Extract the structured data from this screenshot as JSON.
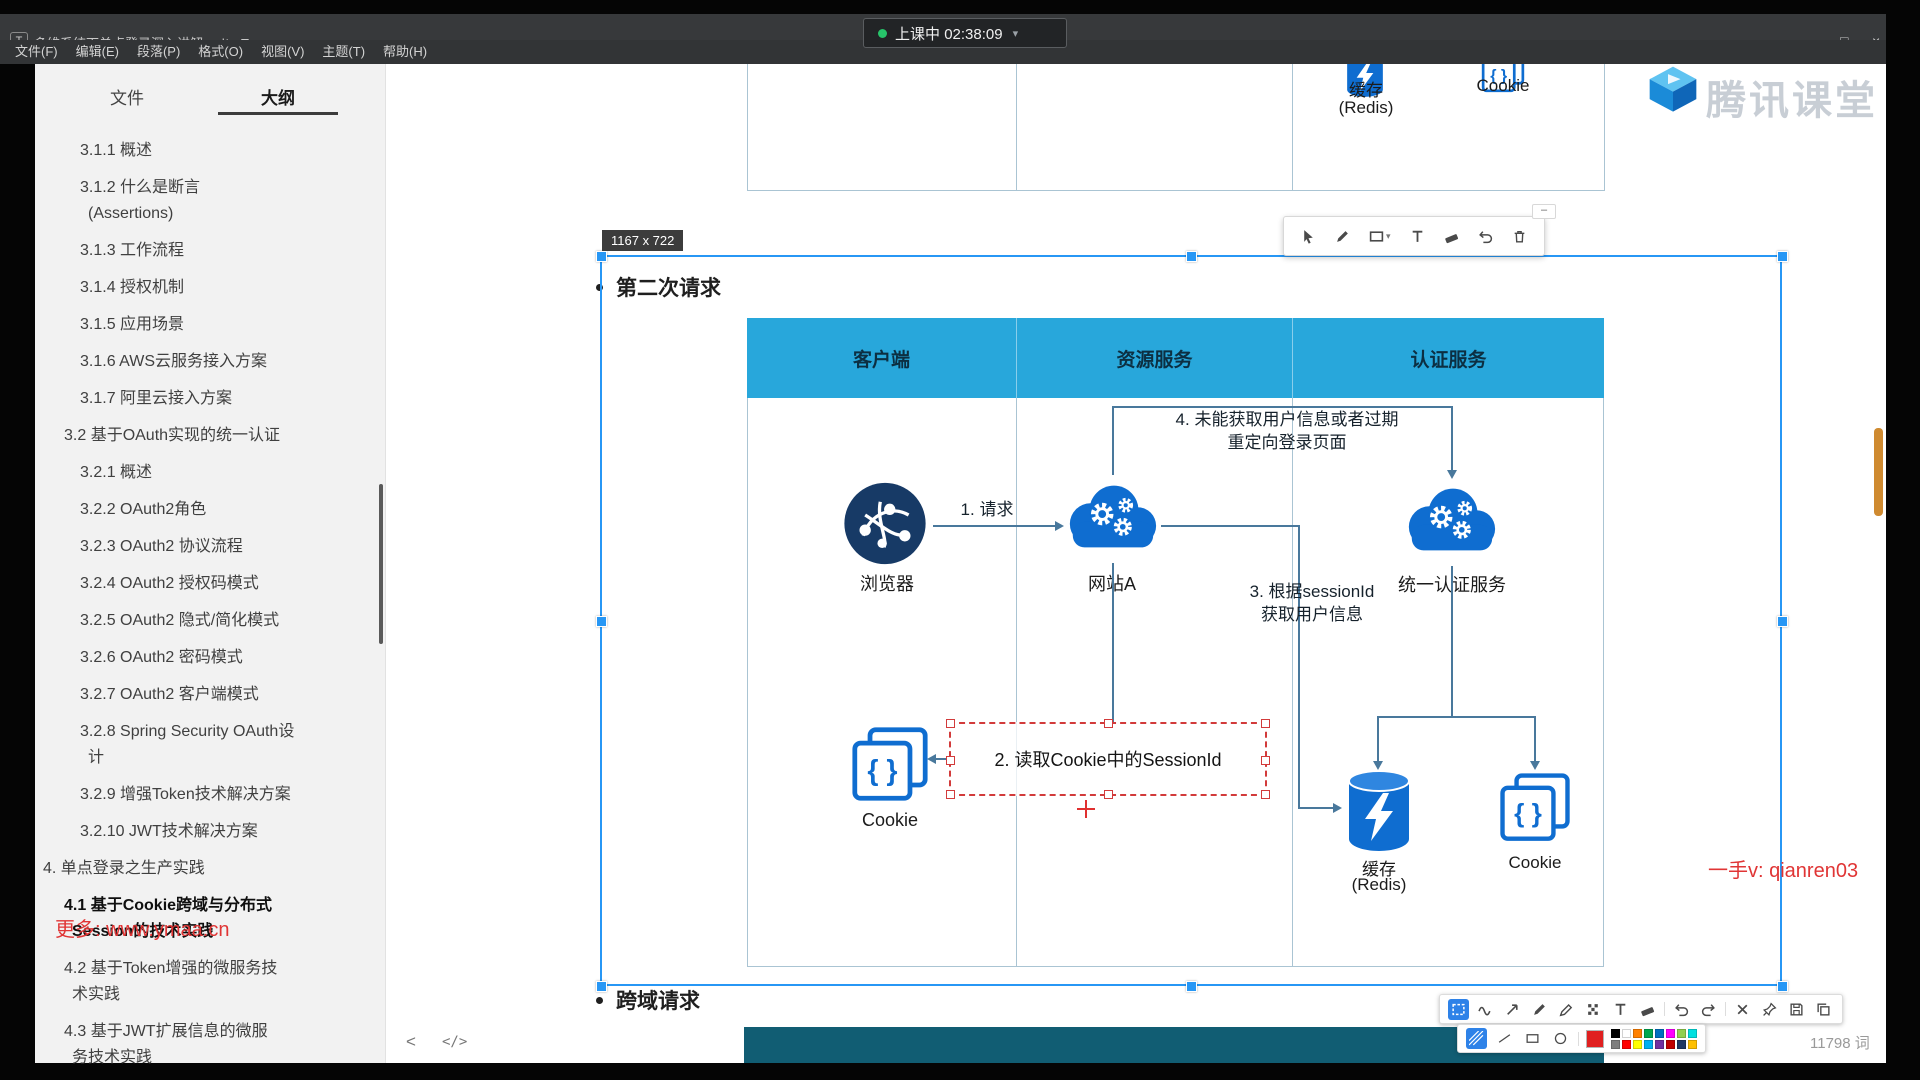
{
  "window": {
    "title": "多维系统下单点登录深入讲解.md* - Typora",
    "app_icon": "T",
    "controls": {
      "minimize": "—",
      "maximize": "□",
      "close": "×"
    },
    "menus": [
      "文件(F)",
      "编辑(E)",
      "段落(P)",
      "格式(O)",
      "视图(V)",
      "主题(T)",
      "帮助(H)"
    ],
    "word_count": "11798 词"
  },
  "class_bar": {
    "status": "上课中",
    "time": "02:38:09",
    "chevron": "▾"
  },
  "logo": {
    "text": "腾讯课堂"
  },
  "sidebar": {
    "tabs": [
      {
        "label": "文件",
        "active": false
      },
      {
        "label": "大纲",
        "active": true
      }
    ],
    "outline": [
      {
        "lines": [
          "3.1.1 概述"
        ],
        "lv": 3
      },
      {
        "lines": [
          "3.1.2 什么是断言",
          "(Assertions)"
        ],
        "lv": 3
      },
      {
        "lines": [
          "3.1.3 工作流程"
        ],
        "lv": 3
      },
      {
        "lines": [
          "3.1.4 授权机制"
        ],
        "lv": 3
      },
      {
        "lines": [
          "3.1.5 应用场景"
        ],
        "lv": 3
      },
      {
        "lines": [
          "3.1.6 AWS云服务接入方案"
        ],
        "lv": 3
      },
      {
        "lines": [
          "3.1.7 阿里云接入方案"
        ],
        "lv": 3
      },
      {
        "lines": [
          "3.2 基于OAuth实现的统一认证"
        ],
        "lv": 2
      },
      {
        "lines": [
          "3.2.1 概述"
        ],
        "lv": 3
      },
      {
        "lines": [
          "3.2.2 OAuth2角色"
        ],
        "lv": 3
      },
      {
        "lines": [
          "3.2.3 OAuth2 协议流程"
        ],
        "lv": 3
      },
      {
        "lines": [
          "3.2.4 OAuth2 授权码模式"
        ],
        "lv": 3
      },
      {
        "lines": [
          "3.2.5 OAuth2 隐式/简化模式"
        ],
        "lv": 3
      },
      {
        "lines": [
          "3.2.6 OAuth2 密码模式"
        ],
        "lv": 3
      },
      {
        "lines": [
          "3.2.7 OAuth2 客户端模式"
        ],
        "lv": 3
      },
      {
        "lines": [
          "3.2.8 Spring Security OAuth设",
          "计"
        ],
        "lv": 3
      },
      {
        "lines": [
          "3.2.9 增强Token技术解决方案"
        ],
        "lv": 3
      },
      {
        "lines": [
          "3.2.10 JWT技术解决方案"
        ],
        "lv": 3
      },
      {
        "lines": [
          "4. 单点登录之生产实践"
        ],
        "lv": 1
      },
      {
        "lines": [
          "4.1 基于Cookie跨域与分布式",
          "Session的技术实践"
        ],
        "lv": 2,
        "bold": true
      },
      {
        "lines": [
          "4.2 基于Token增强的微服务技",
          "术实践"
        ],
        "lv": 2
      },
      {
        "lines": [
          "4.3 基于JWT扩展信息的微服",
          "务技术实践"
        ],
        "lv": 2
      }
    ]
  },
  "watermarks": {
    "sidebar": "更多: www.ymaa.cn",
    "content": "一手v: qianren03"
  },
  "capture": {
    "size_label": "1167 x 722",
    "minimize": "–"
  },
  "doc": {
    "heading1": "第二次请求",
    "heading2": "跨域请求",
    "partial_top": {
      "cache": "缓存",
      "cache_sub": "(Redis)",
      "cookie": "Cookie"
    }
  },
  "diagram": {
    "columns": [
      "客户端",
      "资源服务",
      "认证服务"
    ],
    "nodes": {
      "browser": "浏览器",
      "siteA": "网站A",
      "sso": "统一认证服务",
      "cookie_client": "Cookie",
      "cache": "缓存",
      "cache_sub": "(Redis)",
      "cookie_auth": "Cookie"
    },
    "steps": {
      "s1": "1. 请求",
      "s2": "2. 读取Cookie中的SessionId",
      "s3a": "3. 根据sessionId",
      "s3b": "获取用户信息",
      "s4a": "4. 未能获取用户信息或者过期",
      "s4b": "重定向登录页面"
    }
  },
  "annot_toolbar": {
    "tools": [
      {
        "name": "cursor"
      },
      {
        "name": "pen"
      },
      {
        "name": "rect",
        "chevron": true
      },
      {
        "name": "text"
      },
      {
        "name": "eraser"
      },
      {
        "name": "undo"
      },
      {
        "name": "trash"
      }
    ]
  },
  "shot_toolbar": {
    "tools": [
      {
        "name": "select-region",
        "active": true
      },
      {
        "name": "wave"
      },
      {
        "name": "arrow"
      },
      {
        "name": "pen"
      },
      {
        "name": "marker"
      },
      {
        "name": "mosaic"
      },
      {
        "name": "text"
      },
      {
        "name": "eraser"
      },
      {
        "name": "sep"
      },
      {
        "name": "undo"
      },
      {
        "name": "redo"
      },
      {
        "name": "sep"
      },
      {
        "name": "close"
      },
      {
        "name": "pin"
      },
      {
        "name": "save"
      },
      {
        "name": "copy"
      }
    ],
    "style_row": [
      {
        "name": "hatch",
        "active": true
      },
      {
        "name": "stroke-thin"
      },
      {
        "name": "stroke-rect"
      },
      {
        "name": "stroke-circle"
      }
    ],
    "current_color": "#e02020",
    "palette": [
      "#000000",
      "#7f7f7f",
      "#ffffff",
      "#ff0000",
      "#ff8000",
      "#ffff00",
      "#00a84f",
      "#00b0f0",
      "#0070c0",
      "#7030a0",
      "#ff00ff",
      "#c00000",
      "#92d050",
      "#1f3864",
      "#00e0e0",
      "#ffc000"
    ]
  }
}
